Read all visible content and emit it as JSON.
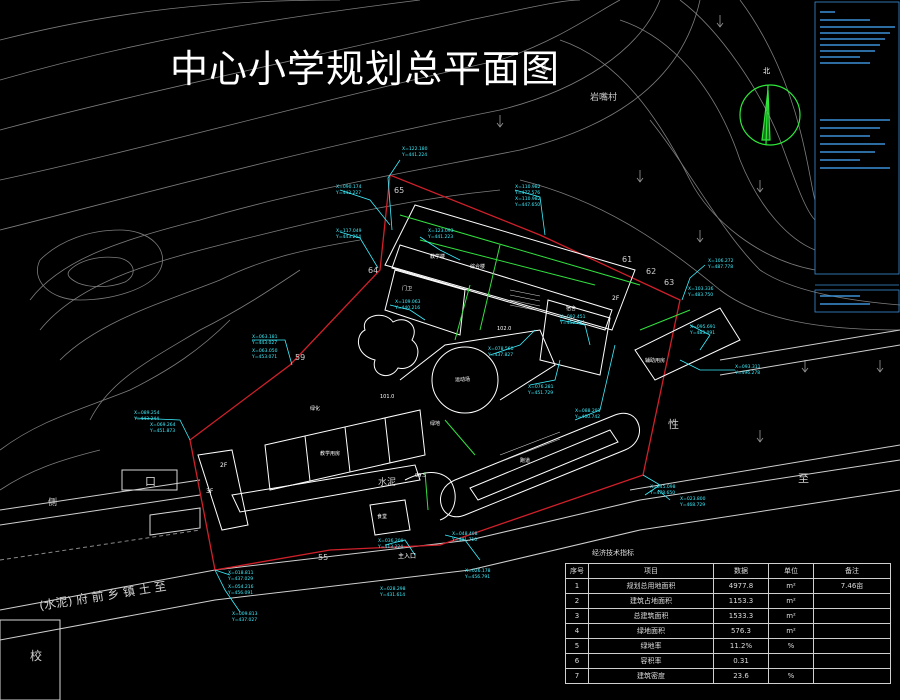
{
  "title": "中心小学规划总平面图",
  "labels": {
    "village": "岩嘴村",
    "road1": "(水泥) 府 前 乡 镇 土 至",
    "road2": "水泥",
    "entrance": "主入口",
    "jiao": "校",
    "kou": "口",
    "ce": "侧",
    "xing": "性",
    "zhi": "至",
    "bldg_2f_a": "2F",
    "bldg_2f_b": "2F",
    "bldg_3f": "3F",
    "contour_59": "59",
    "contour_55": "55",
    "contour_61": "61",
    "contour_62": "62",
    "contour_63": "63",
    "contour_64": "64",
    "contour_65": "65",
    "north": "北"
  },
  "table": {
    "caption": "经济技术指标",
    "headers": [
      "序号",
      "项目",
      "数据",
      "单位",
      "备注"
    ],
    "rows": [
      [
        "1",
        "规划总用地面积",
        "4977.8",
        "m²",
        "7.46亩"
      ],
      [
        "2",
        "建筑占地面积",
        "1153.3",
        "m²",
        ""
      ],
      [
        "3",
        "总建筑面积",
        "1533.3",
        "m²",
        ""
      ],
      [
        "4",
        "绿地面积",
        "576.3",
        "m²",
        ""
      ],
      [
        "5",
        "绿地率",
        "11.2%",
        "%",
        ""
      ],
      [
        "6",
        "容积率",
        "0.31",
        "",
        ""
      ],
      [
        "7",
        "建筑密度",
        "23.6",
        "%",
        ""
      ]
    ]
  },
  "colors": {
    "boundary": "#d0202a",
    "building": "#ffffff",
    "dimension": "#3cf0ff",
    "axis": "#33e040",
    "north_circle": "#2ee83a",
    "contour": "#7d7d7d"
  }
}
